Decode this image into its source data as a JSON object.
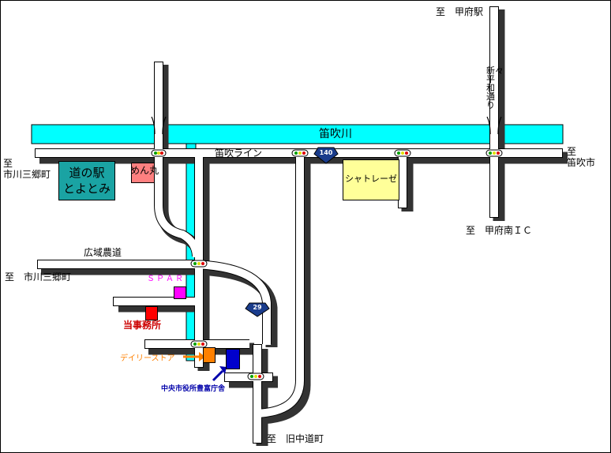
{
  "destinations": {
    "kofu_station": "至　甲府駅",
    "fuefuki_shi": "至\n笛吹市",
    "ichikawa_misato_top": "至\n市川三郷町",
    "ichikawa_misato_mid": "至　市川三郷町",
    "kofu_minami_ic": "至　甲府南ＩＣ",
    "kyu_nakamichi": "至　旧中道町"
  },
  "roads": {
    "river": "笛吹川",
    "fuefuki_line": "笛吹ライン",
    "shin_heiwa": "新々平和通り",
    "koiki_nodo": "広域農道",
    "route_140": "140",
    "route_29": "29"
  },
  "places": {
    "michi_no_eki": "道の駅\nとよとみ",
    "menmaru": "めん丸",
    "chateraise": "シャトレーゼ",
    "spar": "ＳＰＡＲ",
    "office": "当事務所",
    "daily_store": "デイリーストア",
    "city_office": "中央市役所豊富庁舎"
  },
  "colors": {
    "river": "#00ffff",
    "road_fill": "#ffffff",
    "road_outline": "#000000",
    "road_shadow": "#333333",
    "michi_no_eki": "#1aa3a3",
    "menmaru": "#ff8080",
    "chateraise": "#ffff99",
    "spar": "#ff00ff",
    "office": "#ff0000",
    "daily_store": "#ff8000",
    "city_office": "#0000cc",
    "spar_text": "#ff00ff",
    "office_text": "#cc0000",
    "daily_text": "#ff8000",
    "city_text": "#0000aa"
  }
}
